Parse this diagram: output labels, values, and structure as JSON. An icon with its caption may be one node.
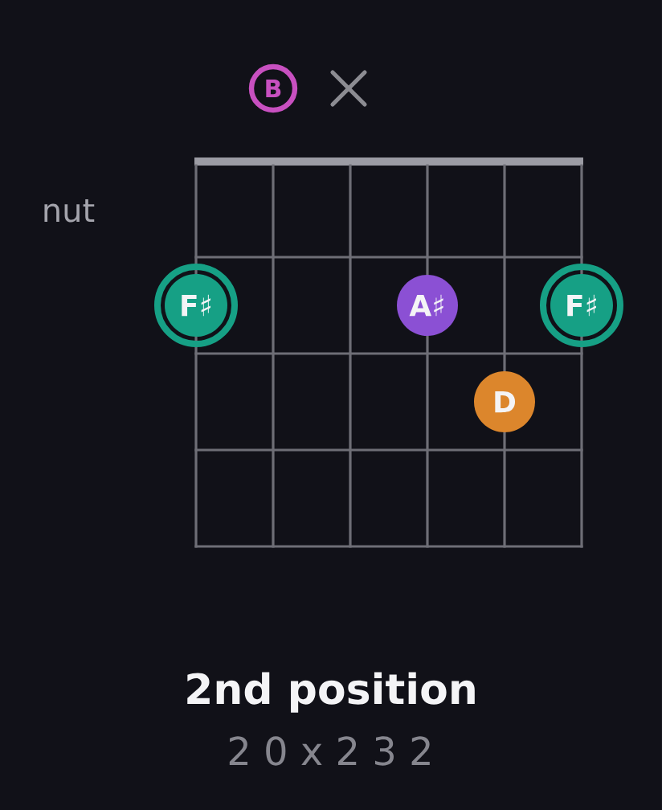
{
  "diagram": {
    "caption": "2nd position",
    "nodes": [
      {
        "text": [
          "B"
        ]
      },
      {
        "text": [
          "F♯"
        ]
      },
      {
        "text": [
          "A♯"
        ]
      },
      {
        "text": [
          "F♯"
        ]
      },
      {
        "text": [
          "D"
        ]
      }
    ],
    "labels": [
      "nut",
      "2 0 x 2 3 2"
    ]
  }
}
